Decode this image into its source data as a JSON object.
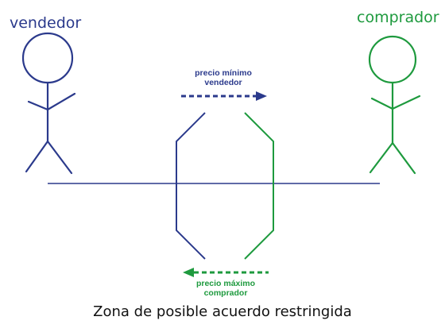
{
  "labels": {
    "seller": "vendedor",
    "buyer": "comprador",
    "seller_min_price_line1": "precio mínimo",
    "seller_min_price_line2": "vendedor",
    "buyer_max_price_line1": "precio máximo",
    "buyer_max_price_line2": "comprador",
    "caption": "Zona de posible acuerdo restringida"
  },
  "colors": {
    "seller": "#2b3a8c",
    "buyer": "#1e9a3e",
    "baseline": "#2b3a8c",
    "caption": "#111111"
  },
  "icons": {
    "seller_figure": "stick-figure-icon",
    "buyer_figure": "stick-figure-icon",
    "seller_arrow": "dashed-arrow-right-icon",
    "buyer_arrow": "dashed-arrow-left-icon"
  }
}
